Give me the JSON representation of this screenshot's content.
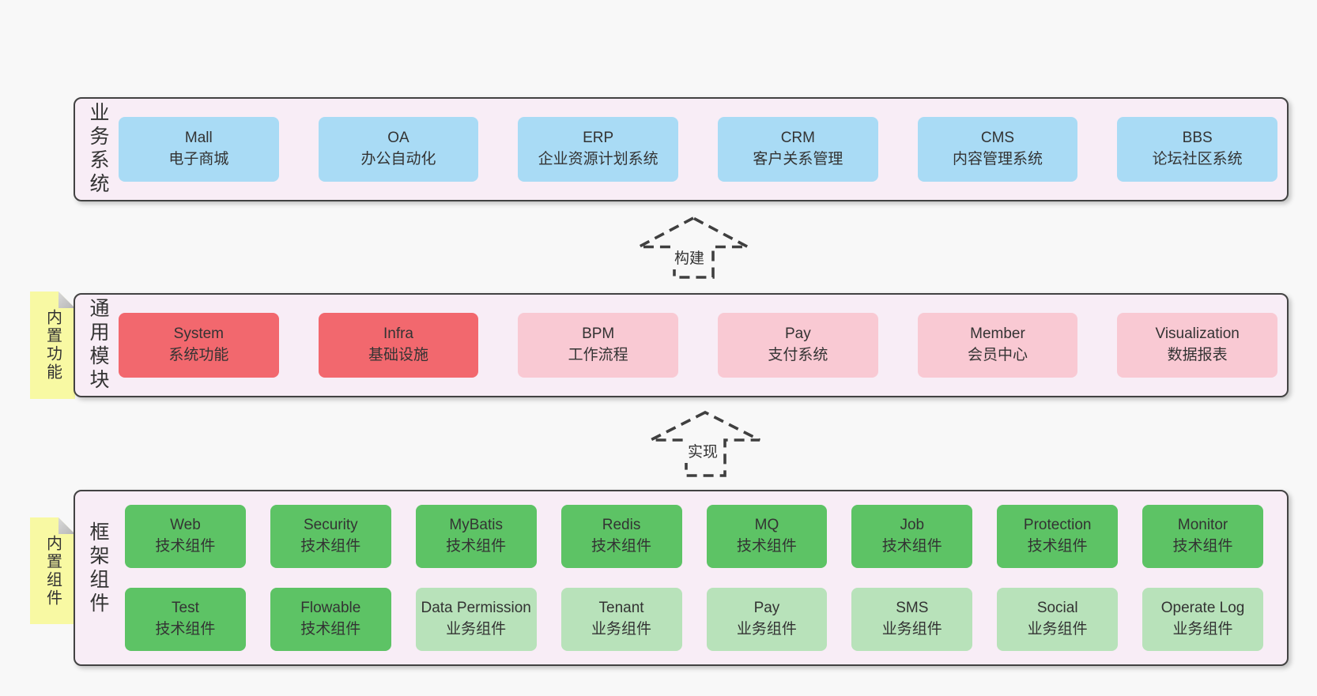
{
  "diagram": {
    "sections": [
      {
        "id": "business-systems",
        "label": "业务系统",
        "tag": null,
        "boxes": [
          {
            "name": "Mall",
            "desc": "电子商城",
            "variant": "blue"
          },
          {
            "name": "OA",
            "desc": "办公自动化",
            "variant": "blue"
          },
          {
            "name": "ERP",
            "desc": "企业资源计划系统",
            "variant": "blue"
          },
          {
            "name": "CRM",
            "desc": "客户关系管理",
            "variant": "blue"
          },
          {
            "name": "CMS",
            "desc": "内容管理系统",
            "variant": "blue"
          },
          {
            "name": "BBS",
            "desc": "论坛社区系统",
            "variant": "blue"
          }
        ]
      },
      {
        "id": "common-modules",
        "label": "通用模块",
        "tag": "内置功能",
        "boxes": [
          {
            "name": "System",
            "desc": "系统功能",
            "variant": "red"
          },
          {
            "name": "Infra",
            "desc": "基础设施",
            "variant": "red"
          },
          {
            "name": "BPM",
            "desc": "工作流程",
            "variant": "pink"
          },
          {
            "name": "Pay",
            "desc": "支付系统",
            "variant": "pink"
          },
          {
            "name": "Member",
            "desc": "会员中心",
            "variant": "pink"
          },
          {
            "name": "Visualization",
            "desc": "数据报表",
            "variant": "pink"
          }
        ]
      },
      {
        "id": "framework-components",
        "label": "框架组件",
        "tag": "内置组件",
        "boxes": [
          {
            "name": "Web",
            "desc": "技术组件",
            "variant": "green"
          },
          {
            "name": "Security",
            "desc": "技术组件",
            "variant": "green"
          },
          {
            "name": "MyBatis",
            "desc": "技术组件",
            "variant": "green"
          },
          {
            "name": "Redis",
            "desc": "技术组件",
            "variant": "green"
          },
          {
            "name": "MQ",
            "desc": "技术组件",
            "variant": "green"
          },
          {
            "name": "Job",
            "desc": "技术组件",
            "variant": "green"
          },
          {
            "name": "Protection",
            "desc": "技术组件",
            "variant": "green"
          },
          {
            "name": "Monitor",
            "desc": "技术组件",
            "variant": "green"
          },
          {
            "name": "Test",
            "desc": "技术组件",
            "variant": "green"
          },
          {
            "name": "Flowable",
            "desc": "技术组件",
            "variant": "green"
          },
          {
            "name": "Data Permission",
            "desc": "业务组件",
            "variant": "green-light"
          },
          {
            "name": "Tenant",
            "desc": "业务组件",
            "variant": "green-light"
          },
          {
            "name": "Pay",
            "desc": "业务组件",
            "variant": "green-light"
          },
          {
            "name": "SMS",
            "desc": "业务组件",
            "variant": "green-light"
          },
          {
            "name": "Social",
            "desc": "业务组件",
            "variant": "green-light"
          },
          {
            "name": "Operate Log",
            "desc": "业务组件",
            "variant": "green-light"
          }
        ]
      }
    ],
    "arrows": [
      {
        "id": "build",
        "label": "构建"
      },
      {
        "id": "implement",
        "label": "实现"
      }
    ]
  },
  "colors": {
    "blue": "#a9dbf5",
    "red": "#f2686e",
    "pink": "#f9c9d3",
    "green": "#5dc365",
    "green_light": "#b8e2ba",
    "yellow": "#f8f9a3",
    "container_bg": "#f8edf6",
    "border": "#424242",
    "text": "#333333",
    "dash": "#3f3f3f",
    "page_bg": "#f8f8f8",
    "fold": "#c6c6c6"
  }
}
